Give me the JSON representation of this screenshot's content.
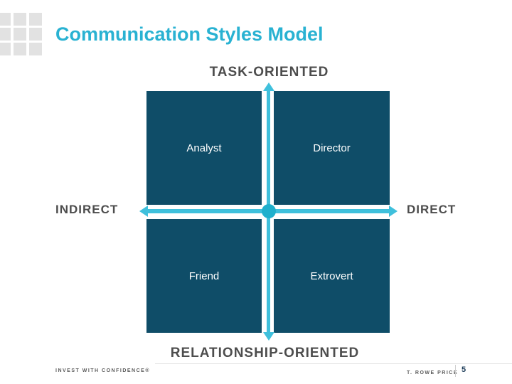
{
  "slide": {
    "title": "Communication Styles Model"
  },
  "diagram": {
    "axis_top_label": "TASK-ORIENTED",
    "axis_bottom_label": "RELATIONSHIP-ORIENTED",
    "axis_left_label": "INDIRECT",
    "axis_right_label": "DIRECT",
    "quadrants": [
      {
        "position": "top-left",
        "label": "Analyst"
      },
      {
        "position": "top-right",
        "label": "Director"
      },
      {
        "position": "bottom-left",
        "label": "Friend"
      },
      {
        "position": "bottom-right",
        "label": "Extrovert"
      }
    ]
  },
  "footer": {
    "tagline": "INVEST WITH CONFIDENCE®",
    "brand": "T. ROWE PRICE",
    "page_number": "5"
  },
  "colors": {
    "title": "#29b2d2",
    "axis_label": "#4d4d4d",
    "quadrant_bg": "#0f4d68",
    "quadrant_text": "#ffffff",
    "arrow": "#3fc0dc",
    "center_dot": "#1fb0cd",
    "logo_square": "#e2e2e2",
    "page_number": "#1d3c59"
  }
}
